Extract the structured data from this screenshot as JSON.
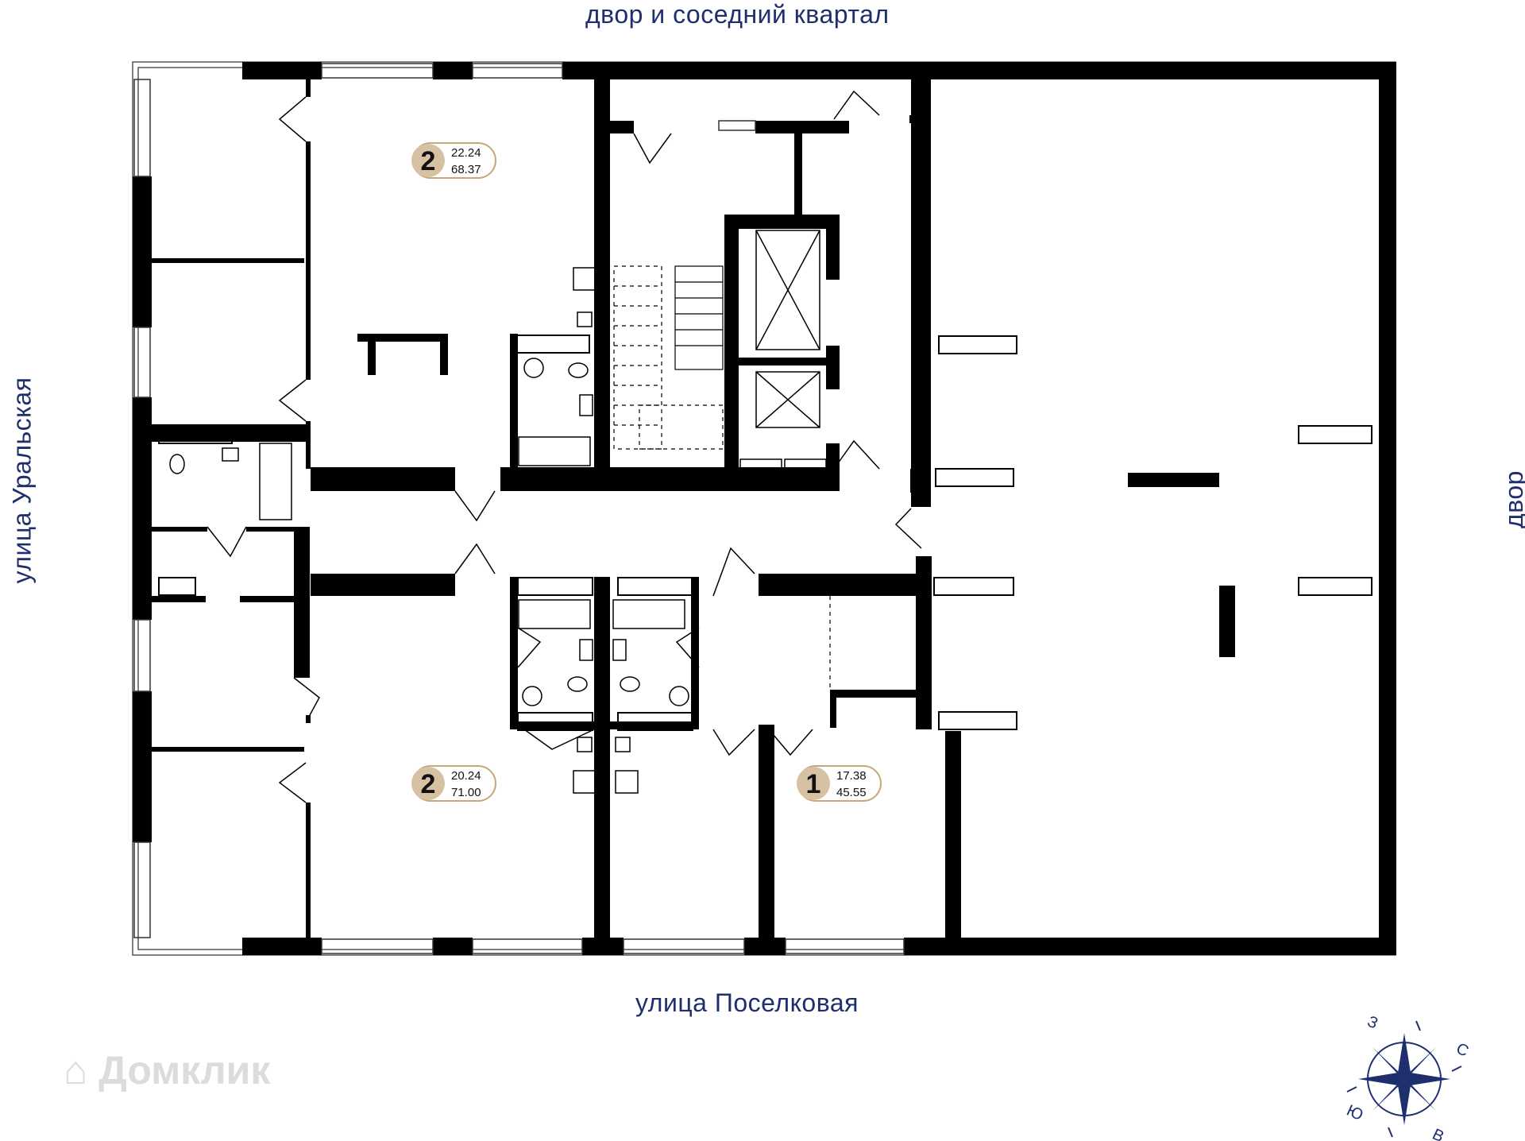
{
  "streets": {
    "top": "двор и соседний квартал",
    "bottom": "улица Поселковая",
    "left": "улица Уральская",
    "right": "двор"
  },
  "apartments": [
    {
      "rooms": "2",
      "living_area": "22.24",
      "total_area": "68.37"
    },
    {
      "rooms": "2",
      "living_area": "20.24",
      "total_area": "71.00"
    },
    {
      "rooms": "1",
      "living_area": "17.38",
      "total_area": "45.55"
    }
  ],
  "compass": {
    "n": "С",
    "e": "В",
    "s": "Ю",
    "w": "З"
  },
  "watermark": "Домклик",
  "colors": {
    "wall": "#000000",
    "badge_fill": "#d6c2a3",
    "badge_border": "#c9a87a",
    "street_text": "#1f2f6e"
  }
}
